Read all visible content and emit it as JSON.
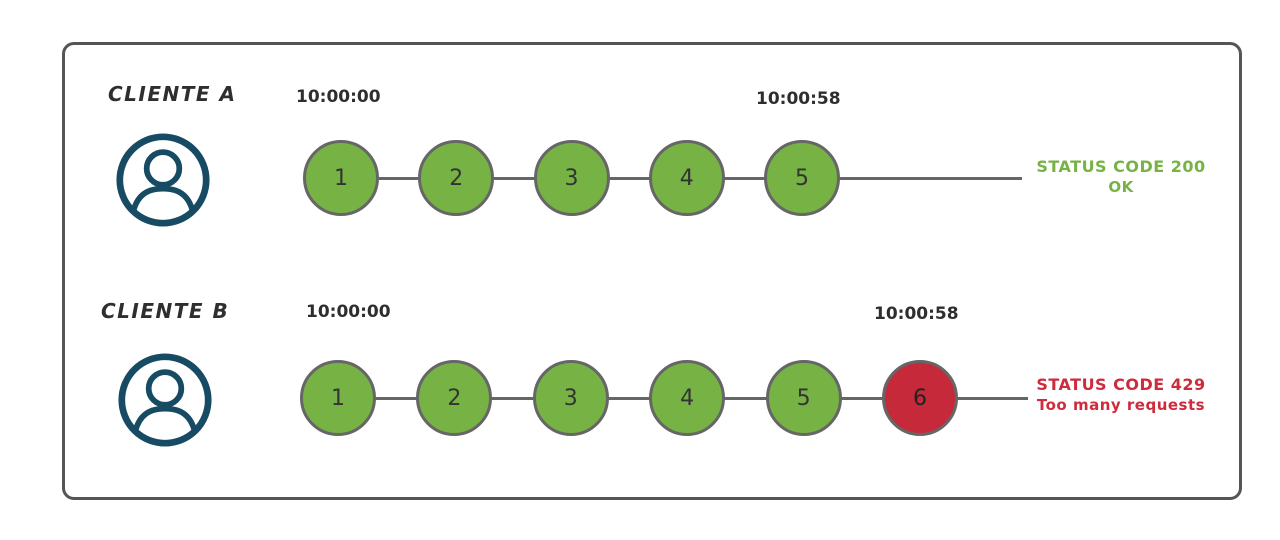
{
  "colors": {
    "ok_green": "#77b244",
    "limited_red": "#c5293a",
    "status_ok_text": "#77b244",
    "status_limited_text": "#ce2b3c",
    "connector_gray": "#666666",
    "frame_gray": "#555555",
    "icon_navy": "#174a63",
    "label_dark": "#2e2e2e"
  },
  "rows": [
    {
      "client_label": "CLIENTE A",
      "start_time": "10:00:00",
      "end_time": "10:00:58",
      "requests": [
        {
          "n": "1",
          "state": "ok"
        },
        {
          "n": "2",
          "state": "ok"
        },
        {
          "n": "3",
          "state": "ok"
        },
        {
          "n": "4",
          "state": "ok"
        },
        {
          "n": "5",
          "state": "ok"
        }
      ],
      "status": {
        "state": "ok",
        "line1": "STATUS CODE 200",
        "line2": "OK"
      }
    },
    {
      "client_label": "CLIENTE B",
      "start_time": "10:00:00",
      "end_time": "10:00:58",
      "requests": [
        {
          "n": "1",
          "state": "ok"
        },
        {
          "n": "2",
          "state": "ok"
        },
        {
          "n": "3",
          "state": "ok"
        },
        {
          "n": "4",
          "state": "ok"
        },
        {
          "n": "5",
          "state": "ok"
        },
        {
          "n": "6",
          "state": "limited"
        }
      ],
      "status": {
        "state": "limited",
        "line1": "STATUS CODE 429",
        "line2": "Too many requests"
      }
    }
  ]
}
